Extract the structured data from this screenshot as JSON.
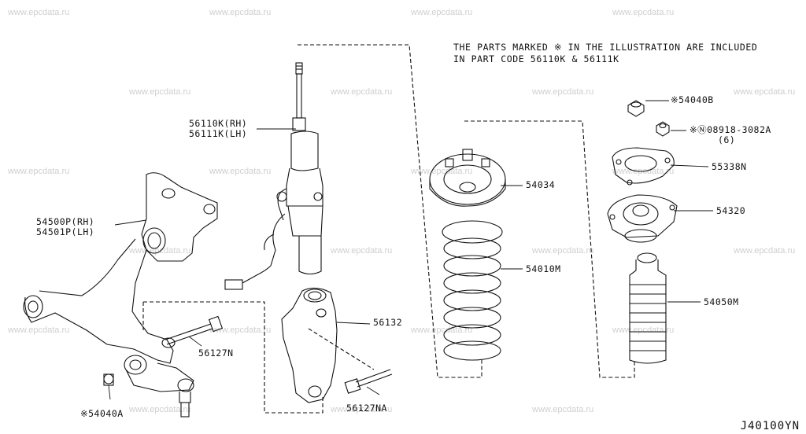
{
  "note": {
    "line1": "THE PARTS MARKED  ※  IN THE ILLUSTRATION ARE INCLUDED",
    "line2": "IN PART CODE 56110K & 56111K"
  },
  "watermark": "www.epcdata.ru",
  "diagram_code": "J40100YN",
  "parts": {
    "strut_rh": "56110K(RH)",
    "strut_lh": "56111K(LH)",
    "knuckle_rh": "54500P(RH)",
    "knuckle_lh": "54501P(LH)",
    "fork": "56132",
    "bolt_n": "56127N",
    "bolt_na": "56127NA",
    "nut_a": "※54040A",
    "nut_b": "※54040B",
    "nut_c": "※Ⓝ08918-3082A",
    "nut_c_qty": "(6)",
    "seat": "54034",
    "spring": "54010M",
    "insulator": "55338N",
    "mount": "54320",
    "boot": "54050M"
  }
}
